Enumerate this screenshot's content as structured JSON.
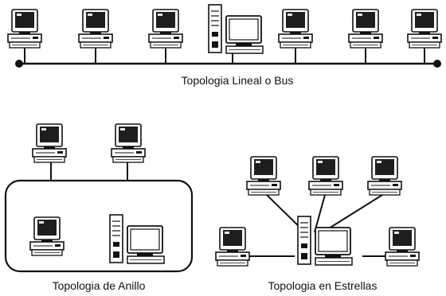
{
  "captions": {
    "bus": "Topologia Lineal o Bus",
    "ring": "Topologia de Anillo",
    "star": "Topologia en Estrellas"
  },
  "colors": {
    "ink": "#111111",
    "paper": "#ffffff",
    "screen": "#1e1e1e",
    "highlight": "#e6e6e6"
  },
  "icons": {
    "workstation": "desktop-computer-icon",
    "server": "tower-server-icon"
  }
}
